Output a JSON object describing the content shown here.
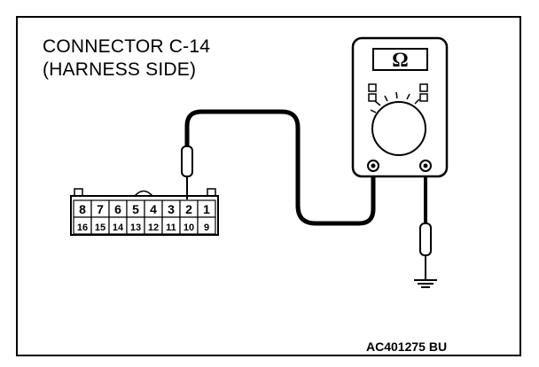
{
  "connector": {
    "title_line1": "CONNECTOR C-14",
    "title_line2": "(HARNESS SIDE)",
    "top_row_pins": [
      "8",
      "7",
      "6",
      "5",
      "4",
      "3",
      "2",
      "1"
    ],
    "bottom_row_pins": [
      "16",
      "15",
      "14",
      "13",
      "12",
      "11",
      "10",
      "9"
    ]
  },
  "meter": {
    "symbol": "Ω",
    "icon": "ohmmeter-icon"
  },
  "ground": {
    "icon": "ground-symbol-icon"
  },
  "figure_code": "AC401275 BU"
}
